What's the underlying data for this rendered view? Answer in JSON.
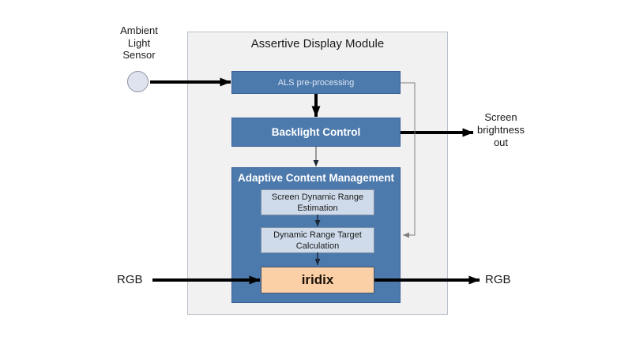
{
  "module": {
    "title": "Assertive Display Module",
    "als_label": "ALS pre-processing",
    "backlight_label": "Backlight Control",
    "acm_label": "Adaptive Content Management",
    "sdre_label": "Screen Dynamic Range\nEstimation",
    "drtc_label": "Dynamic Range Target\nCalculation",
    "iridix_label": "iridix"
  },
  "external": {
    "sensor_label": "Ambient\nLight\nSensor",
    "rgb_in_label": "RGB",
    "rgb_out_label": "RGB",
    "brightness_out_label": "Screen\nbrightness\nout"
  },
  "colors": {
    "module-bg": "#f1f1f2",
    "module-border": "#b9c0c9",
    "box-blue": "#4d7aad",
    "box-blue-border": "#3a6296",
    "box-light": "#cfdbea",
    "box-light-border": "#7d8fa5",
    "iridix-bg": "#fcd0a6",
    "iridix-border": "#44546a",
    "sensor-fill": "#dfe3f0",
    "sensor-border": "#8e93a4",
    "arrow-black": "#000000",
    "arrow-dark": "#1a2733",
    "arrow-gray": "#808080",
    "text-dark": "#1a1a1a",
    "text-light": "#dce6f3",
    "text-white": "#ffffff"
  }
}
